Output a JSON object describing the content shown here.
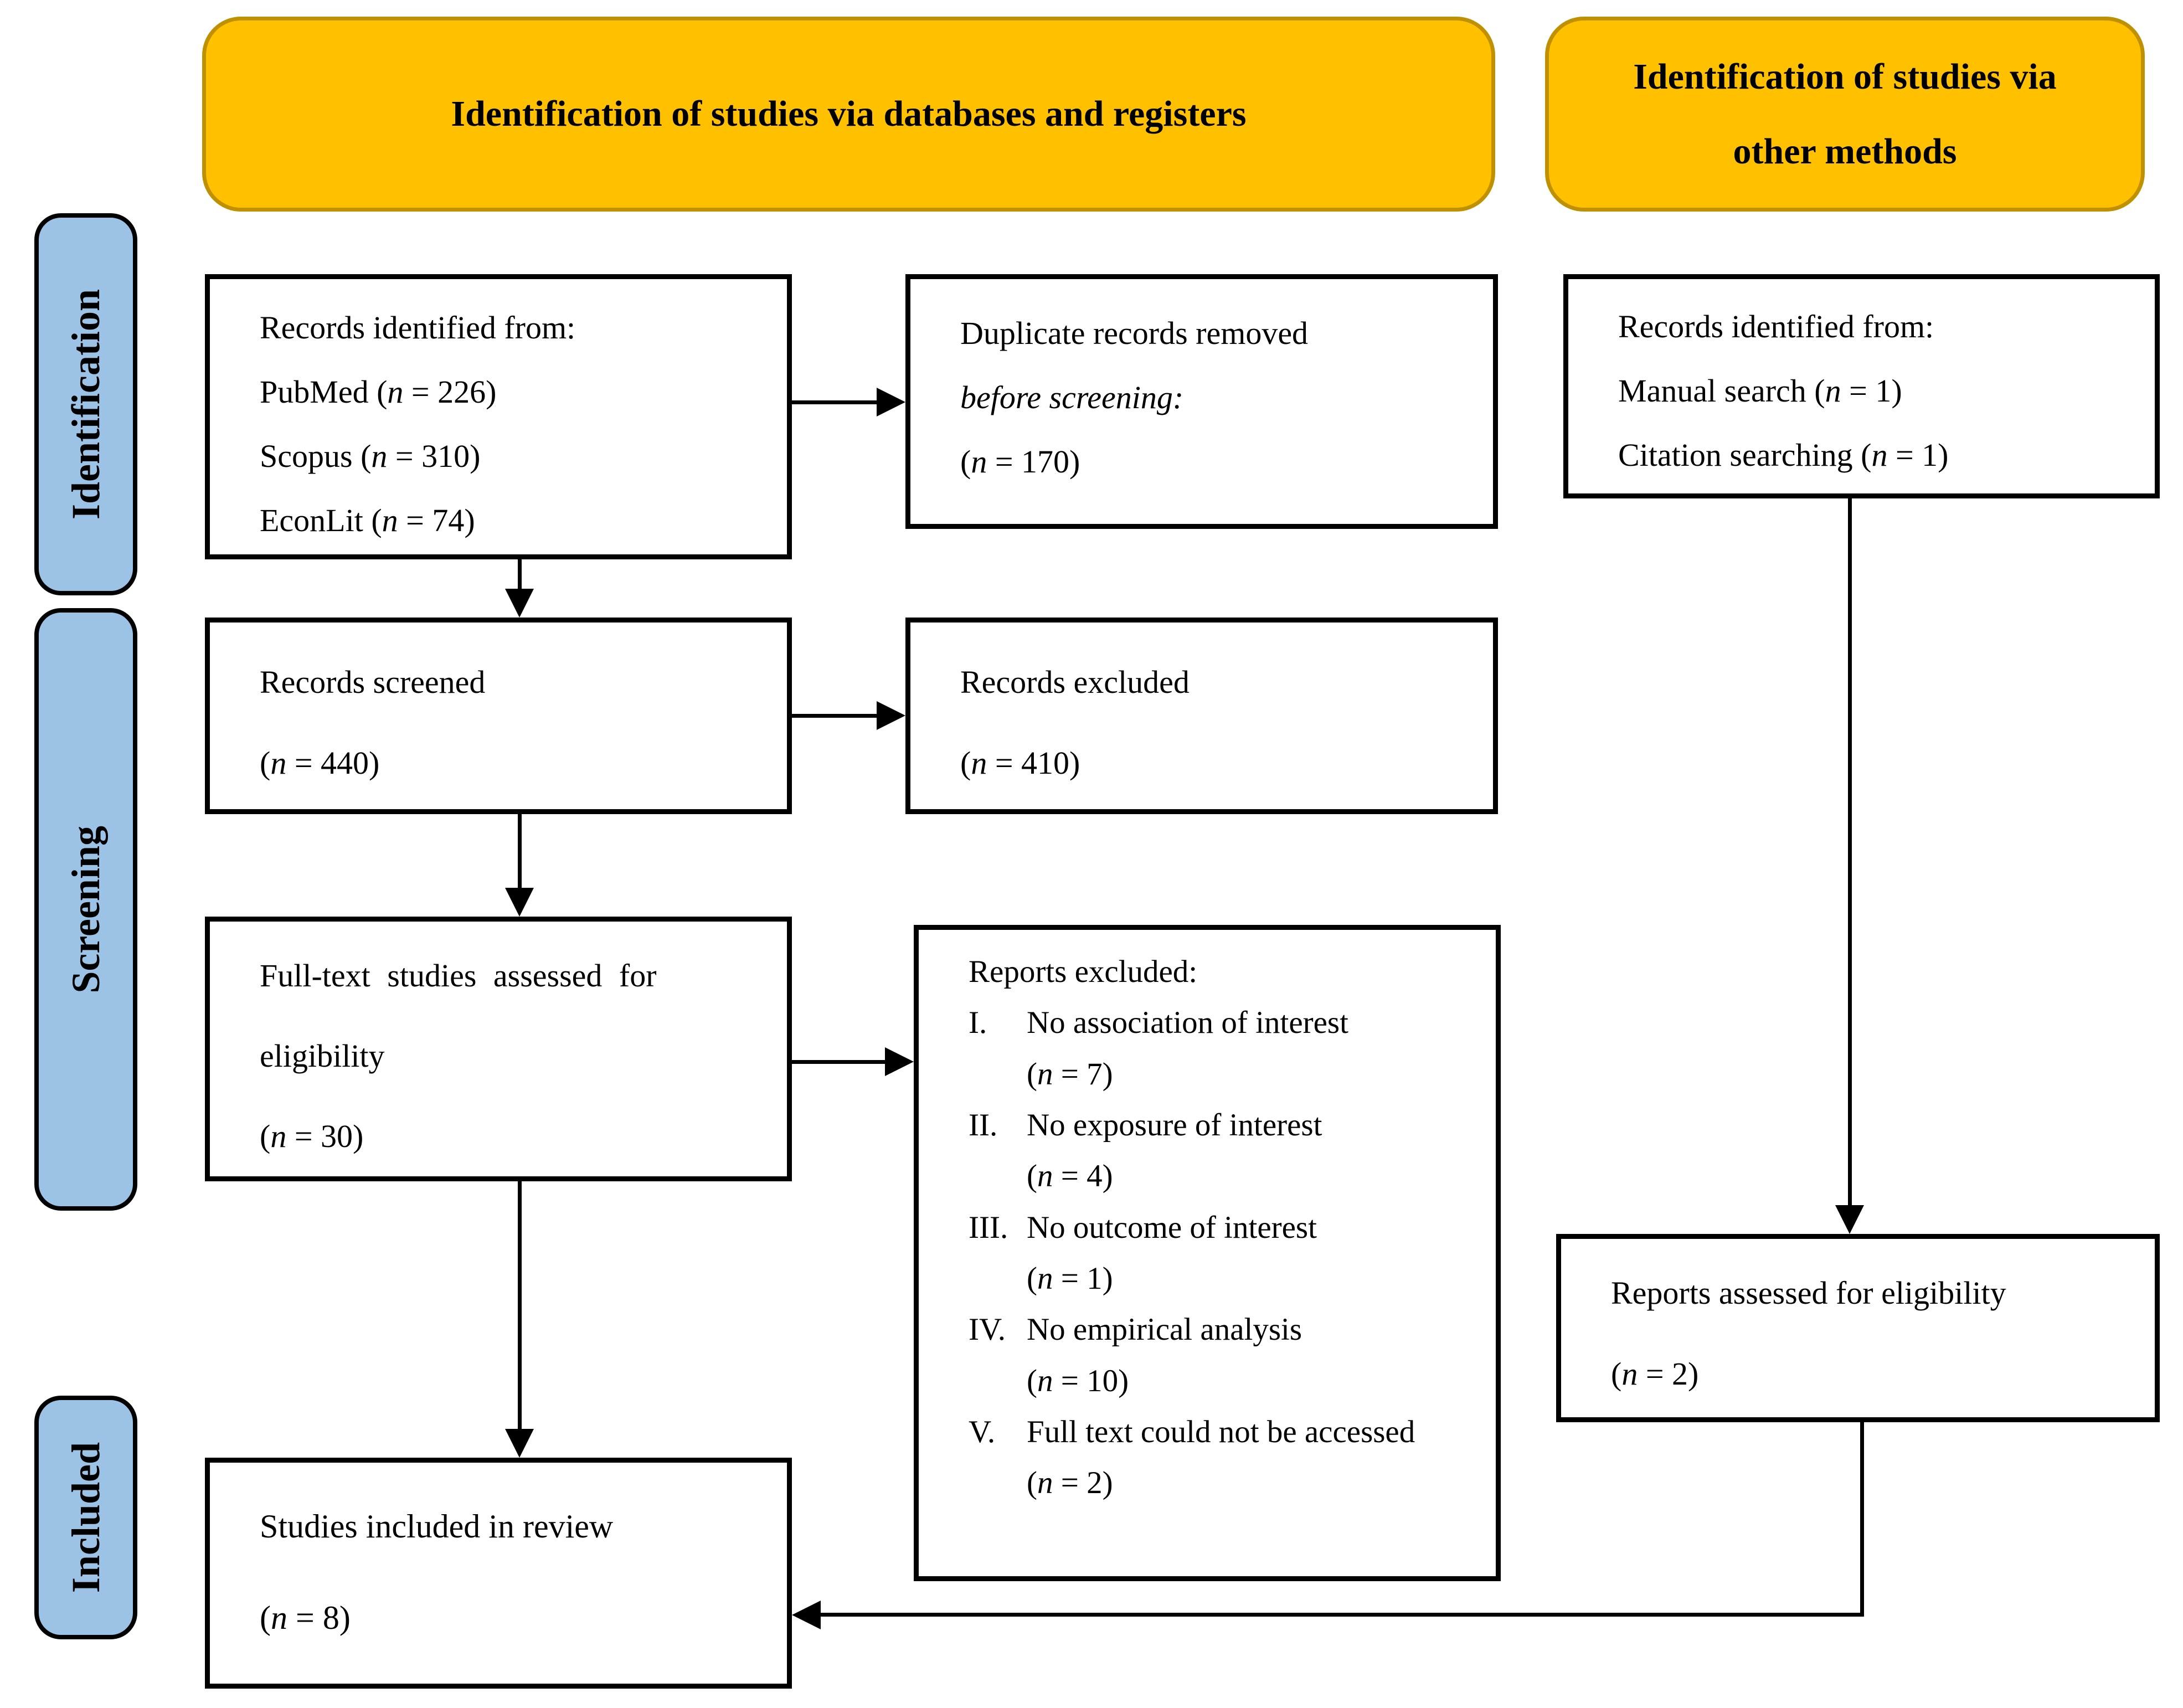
{
  "headers": {
    "db": "Identification of studies via databases and registers",
    "other": [
      "Identification of studies via",
      "other methods"
    ]
  },
  "stages": {
    "identification": "Identification",
    "screening": "Screening",
    "included": "Included"
  },
  "boxes": {
    "records_identified_db": [
      "Records identified from:",
      "PubMed (n = 226)",
      "Scopus (n = 310)",
      "EconLit (n = 74)"
    ],
    "duplicates_removed": [
      "Duplicate records removed",
      "before screening:",
      "(n = 170)"
    ],
    "records_identified_other": [
      "Records identified from:",
      "Manual search (n = 1)",
      "Citation searching (n = 1)"
    ],
    "records_screened": [
      "Records screened",
      "(n = 440)"
    ],
    "records_excluded": [
      "Records excluded",
      "(n = 410)"
    ],
    "fulltext_assessed": [
      "Full-text studies assessed for",
      "eligibility",
      "(n = 30)"
    ],
    "reports_excluded": {
      "title": "Reports excluded:",
      "items": [
        {
          "num": "I.",
          "text": "No association of interest",
          "count": "(n = 7)"
        },
        {
          "num": "II.",
          "text": "No exposure of interest",
          "count": "(n = 4)"
        },
        {
          "num": "III.",
          "text": "No outcome of interest",
          "count": "(n = 1)"
        },
        {
          "num": "IV.",
          "text": "No empirical analysis",
          "count": "(n = 10)"
        },
        {
          "num": "V.",
          "text": "Full text could not be accessed",
          "count": "(n = 2)"
        }
      ]
    },
    "reports_assessed": [
      "Reports assessed for eligibility",
      "(n = 2)"
    ],
    "studies_included": [
      "Studies included in review",
      "(n = 8)"
    ]
  },
  "colors": {
    "header_fill": "#FFC000",
    "header_border": "#BF9000",
    "stage_fill": "#9CC3E6",
    "box_border": "#000000",
    "arrow": "#000000"
  }
}
